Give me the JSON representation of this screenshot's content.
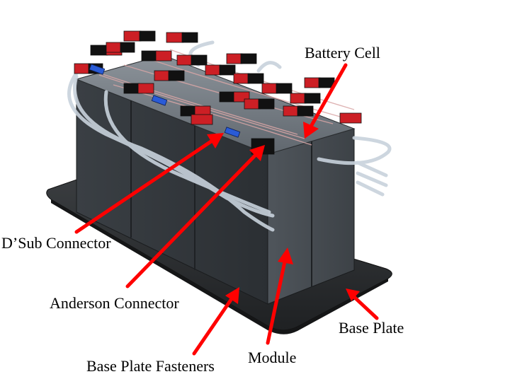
{
  "diagram": {
    "labels": {
      "battery_cell": "Battery Cell",
      "dsub_connector": "D’Sub Connector",
      "anderson_connector": "Anderson Connector",
      "base_plate": "Base Plate",
      "base_plate_fasteners": "Base Plate Fasteners",
      "module": "Module"
    },
    "colors": {
      "arrow": "#ff0000",
      "module_dark": "#2e3236",
      "module_mid": "#3c4146",
      "module_light": "#50565c",
      "base_plate": "#2a2d30",
      "connector_red": "#cc1f25",
      "connector_black": "#111111",
      "connector_blue": "#2a5bd6",
      "tubing": "#c8d2dc"
    }
  }
}
